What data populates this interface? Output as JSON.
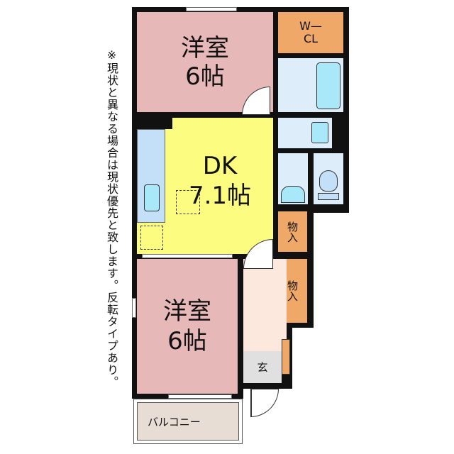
{
  "rooms": {
    "western_room_top": {
      "name": "洋室",
      "size": "6帖"
    },
    "walk_in_closet": {
      "line1": "W—",
      "line2": "CL"
    },
    "dining_kitchen": {
      "name": "DK",
      "size": "7.1帖"
    },
    "storage_1": "物入",
    "storage_2": "物入",
    "western_room_bottom": {
      "name": "洋室",
      "size": "6帖"
    },
    "entrance": "玄",
    "balcony": "バルコニー"
  },
  "note": "※現状と異なる場合は現状優先と致します。反転タイプあり。",
  "colors": {
    "western_room": "#e6b8b8",
    "closet": "#f0a868",
    "dk": "#fcfc80",
    "wet_area": "#ddeefa",
    "fixture": "#a8e8f8",
    "hall": "#fce8dc",
    "entrance": "#e0e0e0",
    "balcony": "#e8ddd5"
  }
}
